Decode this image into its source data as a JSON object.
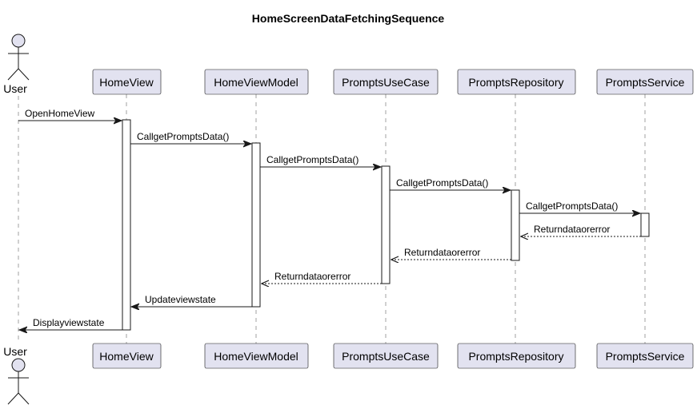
{
  "diagram": {
    "title": "HomeScreenDataFetchingSequence",
    "actor": {
      "name": "User"
    },
    "participants": [
      {
        "id": "homeview",
        "name": "HomeView"
      },
      {
        "id": "homeviewmodel",
        "name": "HomeViewModel"
      },
      {
        "id": "promptsusecase",
        "name": "PromptsUseCase"
      },
      {
        "id": "promptsrepository",
        "name": "PromptsRepository"
      },
      {
        "id": "promptsservice",
        "name": "PromptsService"
      }
    ],
    "messages": [
      {
        "from": "user",
        "to": "homeview",
        "label": "OpenHomeView",
        "kind": "sync"
      },
      {
        "from": "homeview",
        "to": "homeviewmodel",
        "label": "CallgetPromptsData()",
        "kind": "sync"
      },
      {
        "from": "homeviewmodel",
        "to": "promptsusecase",
        "label": "CallgetPromptsData()",
        "kind": "sync"
      },
      {
        "from": "promptsusecase",
        "to": "promptsrepository",
        "label": "CallgetPromptsData()",
        "kind": "sync"
      },
      {
        "from": "promptsrepository",
        "to": "promptsservice",
        "label": "CallgetPromptsData()",
        "kind": "sync"
      },
      {
        "from": "promptsservice",
        "to": "promptsrepository",
        "label": "Returndataorerror",
        "kind": "reply"
      },
      {
        "from": "promptsrepository",
        "to": "promptsusecase",
        "label": "Returndataorerror",
        "kind": "reply"
      },
      {
        "from": "promptsusecase",
        "to": "homeviewmodel",
        "label": "Returndataorerror",
        "kind": "reply"
      },
      {
        "from": "homeviewmodel",
        "to": "homeview",
        "label": "Updateviewstate",
        "kind": "sync"
      },
      {
        "from": "homeview",
        "to": "user",
        "label": "Displayviewstate",
        "kind": "sync"
      }
    ],
    "colors": {
      "participant_fill": "#e2e2f0",
      "border": "#181818",
      "lifeline": "#a0a0a0"
    }
  }
}
